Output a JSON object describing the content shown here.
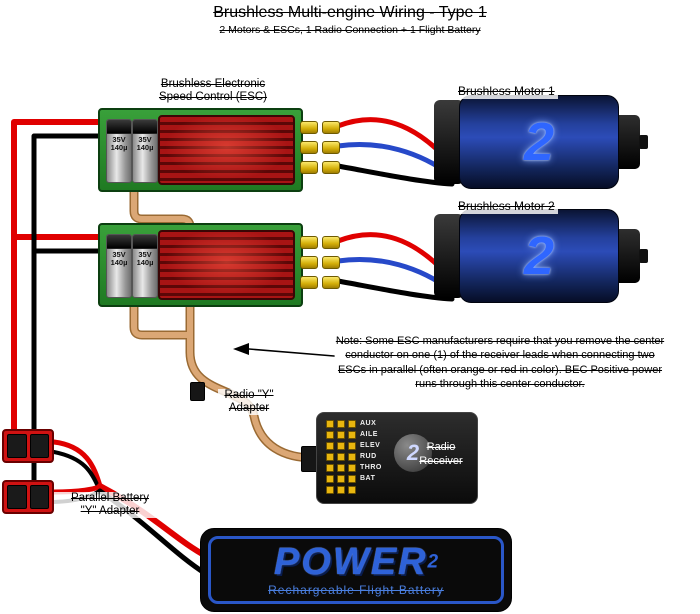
{
  "title": "Brushless Multi-engine Wiring - Type 1",
  "subtitle": "2 Motors & ESCs, 1 Radio Connection + 1 Flight Battery",
  "esc_label": {
    "line1": "Brushless Electronic",
    "line2": "Speed Control (ESC)"
  },
  "esc": {
    "cap_voltage": "35V",
    "cap_capacity": "140µ"
  },
  "motor1_label": "Brushless Motor 1",
  "motor2_label": "Brushless Motor 2",
  "motor_logo": "2",
  "note": "Note:  Some ESC manufacturers require that you remove the center conductor on one (1) of the receiver leads when connecting two ESCs in parallel (often orange or red in color). BEC Positive power runs through this center conductor.",
  "radio_adapter": {
    "line1": "Radio \"Y\"",
    "line2": "Adapter"
  },
  "battery_adapter": {
    "line1": "Parallel Battery",
    "line2": "\"Y\" Adapter"
  },
  "receiver": {
    "channels": [
      "AUX",
      "AILE",
      "ELEV",
      "RUD",
      "THRO",
      "BAT"
    ],
    "name_line1": "Radio",
    "name_line2": "Receiver",
    "logo": "2"
  },
  "battery": {
    "brand": "POWER",
    "brand_sup": "2",
    "tagline": "Rechargeable Flight Battery"
  },
  "colors": {
    "wire_red": "#e00000",
    "wire_black": "#000000",
    "wire_blue": "#2749c9",
    "wire_tan": "#d8a06a",
    "pcb_green": "#2d7a2d",
    "heatsink_red": "#a81414",
    "motor_blue": "#2c4cb8",
    "connector_yellow": "#e6c21a",
    "battery_blue": "#2e62d8"
  }
}
